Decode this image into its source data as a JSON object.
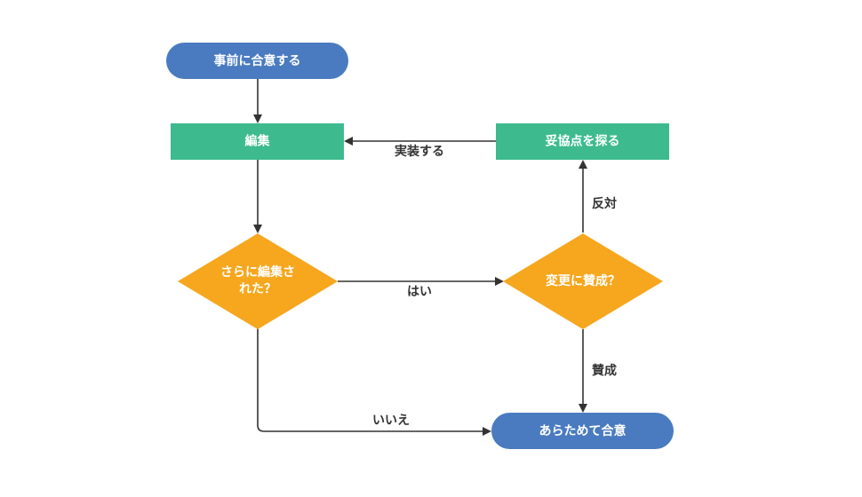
{
  "colors": {
    "terminal": "#4a7bc0",
    "process": "#3dbb8f",
    "decision": "#f6a71e",
    "edge": "#333333",
    "text_on_shape": "#ffffff",
    "edge_label": "#333333"
  },
  "nodes": {
    "start": {
      "label": "事前に合意する"
    },
    "edit": {
      "label": "編集"
    },
    "compromise": {
      "label": "妥協点を探る"
    },
    "more_edits": {
      "label_line1": "さらに編集さ",
      "label_line2": "れた？"
    },
    "agree_change": {
      "label": "変更に賛成？"
    },
    "end": {
      "label": "あらためて合意"
    }
  },
  "edges": {
    "implement": {
      "label": "実装する"
    },
    "yes": {
      "label": "はい"
    },
    "no": {
      "label": "いいえ"
    },
    "oppose": {
      "label": "反対"
    },
    "approve": {
      "label": "賛成"
    }
  }
}
